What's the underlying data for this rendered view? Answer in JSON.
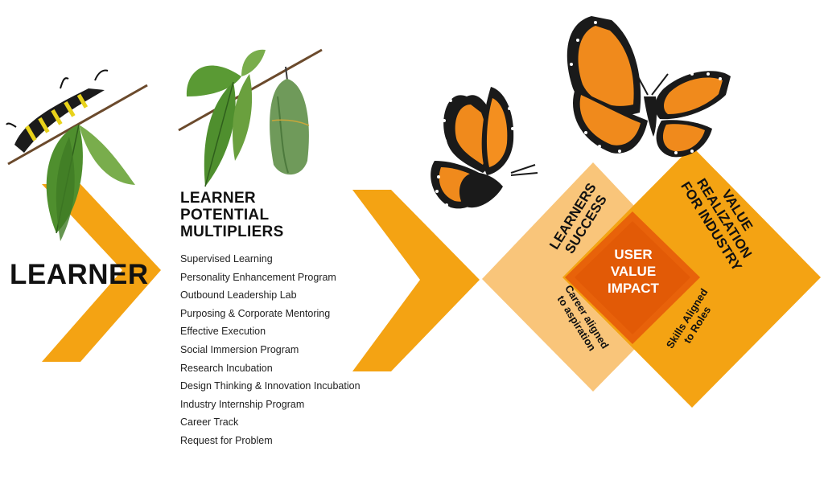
{
  "learner": {
    "title": "LEARNER"
  },
  "multipliers": {
    "title_lines": [
      "LEARNER",
      "POTENTIAL",
      "MULTIPLIERS"
    ],
    "items": [
      "Supervised Learning",
      "Personality Enhancement Program",
      "Outbound Leadership Lab",
      "Purposing & Corporate Mentoring",
      "Effective Execution",
      "Social Immersion Program",
      "Research Incubation",
      "Design Thinking & Innovation Incubation",
      "Industry Internship Program",
      "Career Track",
      "Request for Problem"
    ]
  },
  "success": {
    "title_lines": [
      "LEARNERS",
      "SUCCESS"
    ],
    "caption_lines": [
      "Career aligned",
      "to aspiration"
    ]
  },
  "value": {
    "title_lines": [
      "VALUE",
      "REALIZATION",
      "FOR INDUSTRY"
    ],
    "caption_lines": [
      "Skills Aligned",
      "to Roles"
    ]
  },
  "impact": {
    "lines": [
      "USER",
      "VALUE",
      "IMPACT"
    ]
  },
  "colors": {
    "chevron": "#f4a313",
    "light_diamond": "#f9c57a",
    "inner_diamond": "#e8620a",
    "inner_diamond_core": "#e25a06",
    "butterfly_orange": "#f08a1c",
    "butterfly_black": "#1a1a1a",
    "leaf_green": "#5a9a34",
    "chrysalis_green": "#6f9a5a"
  },
  "icons": [
    "caterpillar-icon",
    "leaf-icon",
    "chrysalis-icon",
    "butterfly-icon"
  ]
}
